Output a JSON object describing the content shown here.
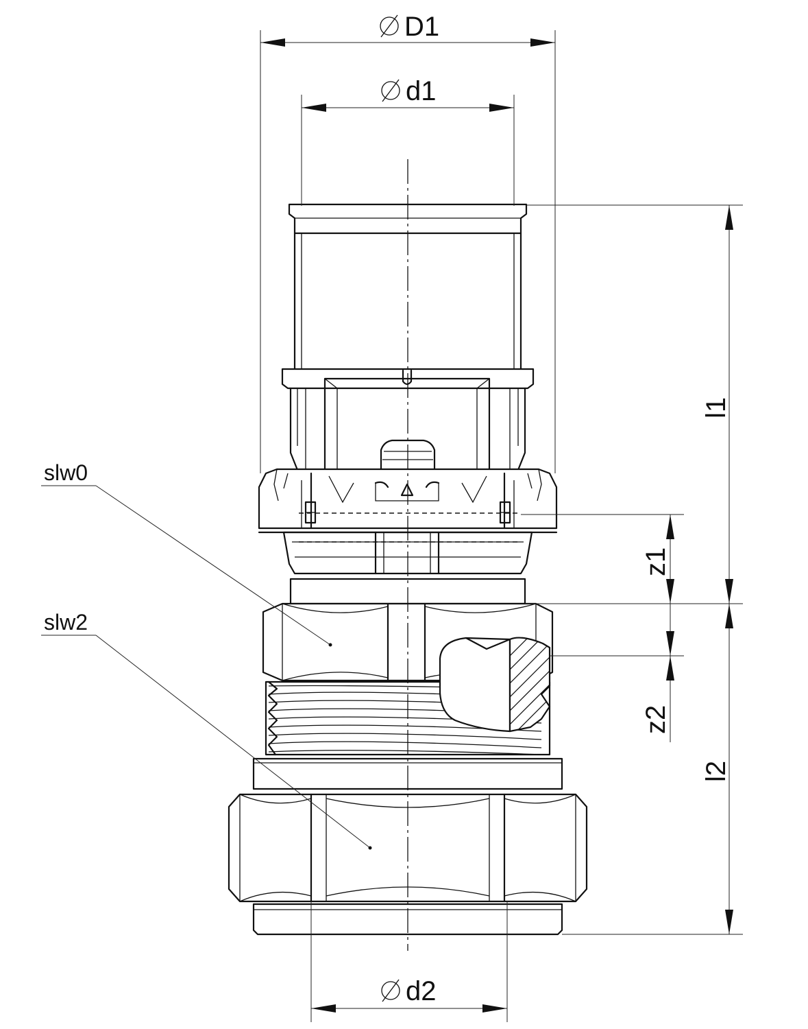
{
  "dimensions": {
    "D1": "D1",
    "d1": "d1",
    "d2": "d2",
    "l1": "l1",
    "l2": "l2",
    "z1": "z1",
    "z2": "z2"
  },
  "callouts": {
    "slw0": "slw0",
    "slw2": "slw2"
  },
  "symbols": {
    "diameter": "diameter-symbol-icon"
  },
  "colors": {
    "line": "#111111",
    "background": "#ffffff"
  }
}
